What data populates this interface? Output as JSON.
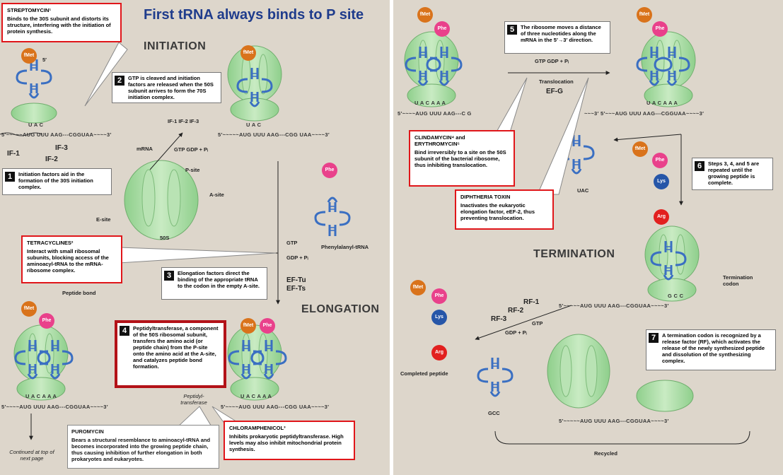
{
  "title": "First tRNA always binds to P site",
  "sections": {
    "initiation": "INITIATION",
    "elongation": "ELONGATION",
    "termination": "TERMINATION"
  },
  "drugs": {
    "streptomycin": {
      "name": "STREPTOMYCIN¹",
      "text": "Binds to the 30S subunit and distorts its structure, interfering with the initiation of protein synthesis."
    },
    "tetracyclines": {
      "name": "TETRACYCLINES²",
      "text": "Interact with small ribosomal subunits, blocking access of the aminoacyl-tRNA to the mRNA-ribosome complex."
    },
    "puromycin": {
      "name": "PUROMYCIN",
      "text": "Bears a structural resemblance to aminoacyl-tRNA and becomes incorporated into the growing peptide chain, thus causing inhibition of further elongation in both prokaryotes and eukaryotes."
    },
    "chloramphenicol": {
      "name": "CHLORAMPHENICOL³",
      "text": "Inhibits prokaryotic peptidyltransferase. High levels may also inhibit mitochondrial protein synthesis."
    },
    "clindamycin": {
      "name": "CLINDAMYCIN⁴ and ERYTHROMYCIN⁵",
      "text": "Bind irreversibly to a site on the 50S subunit of the bacterial ribosome, thus inhibiting translocation."
    },
    "diphtheria": {
      "name": "DIPHTHERIA TOXIN",
      "text": "Inactivates the eukaryotic elongation factor, eEF-2, thus preventing translocation."
    }
  },
  "steps": {
    "s1": {
      "num": "1",
      "text": "Initiation factors aid in the formation of the 30S initiation complex."
    },
    "s2": {
      "num": "2",
      "text": "GTP is cleaved and initiation factors are released when the 50S subunit arrives to form the 70S initiation complex."
    },
    "s3": {
      "num": "3",
      "text": "Elongation factors direct the binding of the appropriate tRNA to the codon in the empty A-site."
    },
    "s4": {
      "num": "4",
      "text": "Peptidyltransferase, a component of the 50S ribosomal subunit, transfers the amino acid (or peptide chain) from the P-site onto the amino acid at the A-site, and catalyzes peptide bond formation."
    },
    "s5": {
      "num": "5",
      "text": "The ribosome moves a distance of three nucleotides along the mRNA in the 5′→3′ direction."
    },
    "s6": {
      "num": "6",
      "text": "Steps 3, 4, and 5 are repeated until the growing peptide is complete."
    },
    "s7": {
      "num": "7",
      "text": "A termination codon is recognized by a release factor (RF), which activates the release of the newly synthesized peptide and dissolution of the synthesizing complex."
    }
  },
  "labels": {
    "fmet": "fMet",
    "phe": "Phe",
    "lys": "Lys",
    "arg": "Arg",
    "if1": "IF-1",
    "if2": "IF-2",
    "if3": "IF-3",
    "if_release": "IF-1  IF-2  IF-3",
    "mrna": "mRNA",
    "gtp_gdp": "GTP  GDP + Pᵢ",
    "gtp": "GTP",
    "gdp": "GDP + Pᵢ",
    "psite": "P-site",
    "asite": "A-site",
    "esite": "E-site",
    "s50": "50S",
    "phe_trna": "Phenylalanyl-tRNA",
    "eftu": "EF-Tu",
    "efts": "EF-Ts",
    "peptide_bond": "Peptide bond",
    "peptidyl_transferase": "Peptidyl-transferase",
    "continued": "Continued at top of next page",
    "translocation": "Translocation",
    "efg": "EF-G",
    "rf1": "RF-1",
    "rf2": "RF-2",
    "rf3": "RF-3",
    "termination_codon": "Termination codon",
    "completed_peptide": "Completed peptide",
    "recycled": "Recycled",
    "uac": "UAC",
    "gcc": "GCC",
    "five": "5′",
    "three": "3′"
  },
  "mrna_seqs": {
    "init1": "5′~~~~~AUG UUU AAG---CGGUAA~~~~3′",
    "init2": "5′~~~~~AUG UUU AAG---CGG UAA~~~~3′",
    "elong1": "5′~~~~AUG UUU AAG---CGGUAA~~~~3′",
    "elong2": "5′~~~~AUG UUU AAG---CGG UAA~~~~3′",
    "trans1": "5′~~~~AUG UUU AAG---C G",
    "trans2": "~~~3′  5′~~~AUG UUU AAG---CGGUAA~~~~3′",
    "term1": "5′~~~~~AUG UUU AAG---CGGUAA~~~~3′",
    "term2": "5′~~~~~AUG UUU AAG---CGGUAA~~~~3′"
  },
  "codons": {
    "uac": "U A C",
    "uacaaa": "U A C  A A A",
    "gcc": "G C C",
    "ucu": "U A C"
  },
  "colors": {
    "panel_bg": "#ddd6cb",
    "ribosome": "#a9d9a4",
    "trna": "#3a6fc2",
    "fmet": "#d9731b",
    "phe": "#e9418b",
    "lys": "#2656a8",
    "arg": "#e2201f",
    "red_border": "#e0161a",
    "title_blue": "#1f3c8c"
  }
}
